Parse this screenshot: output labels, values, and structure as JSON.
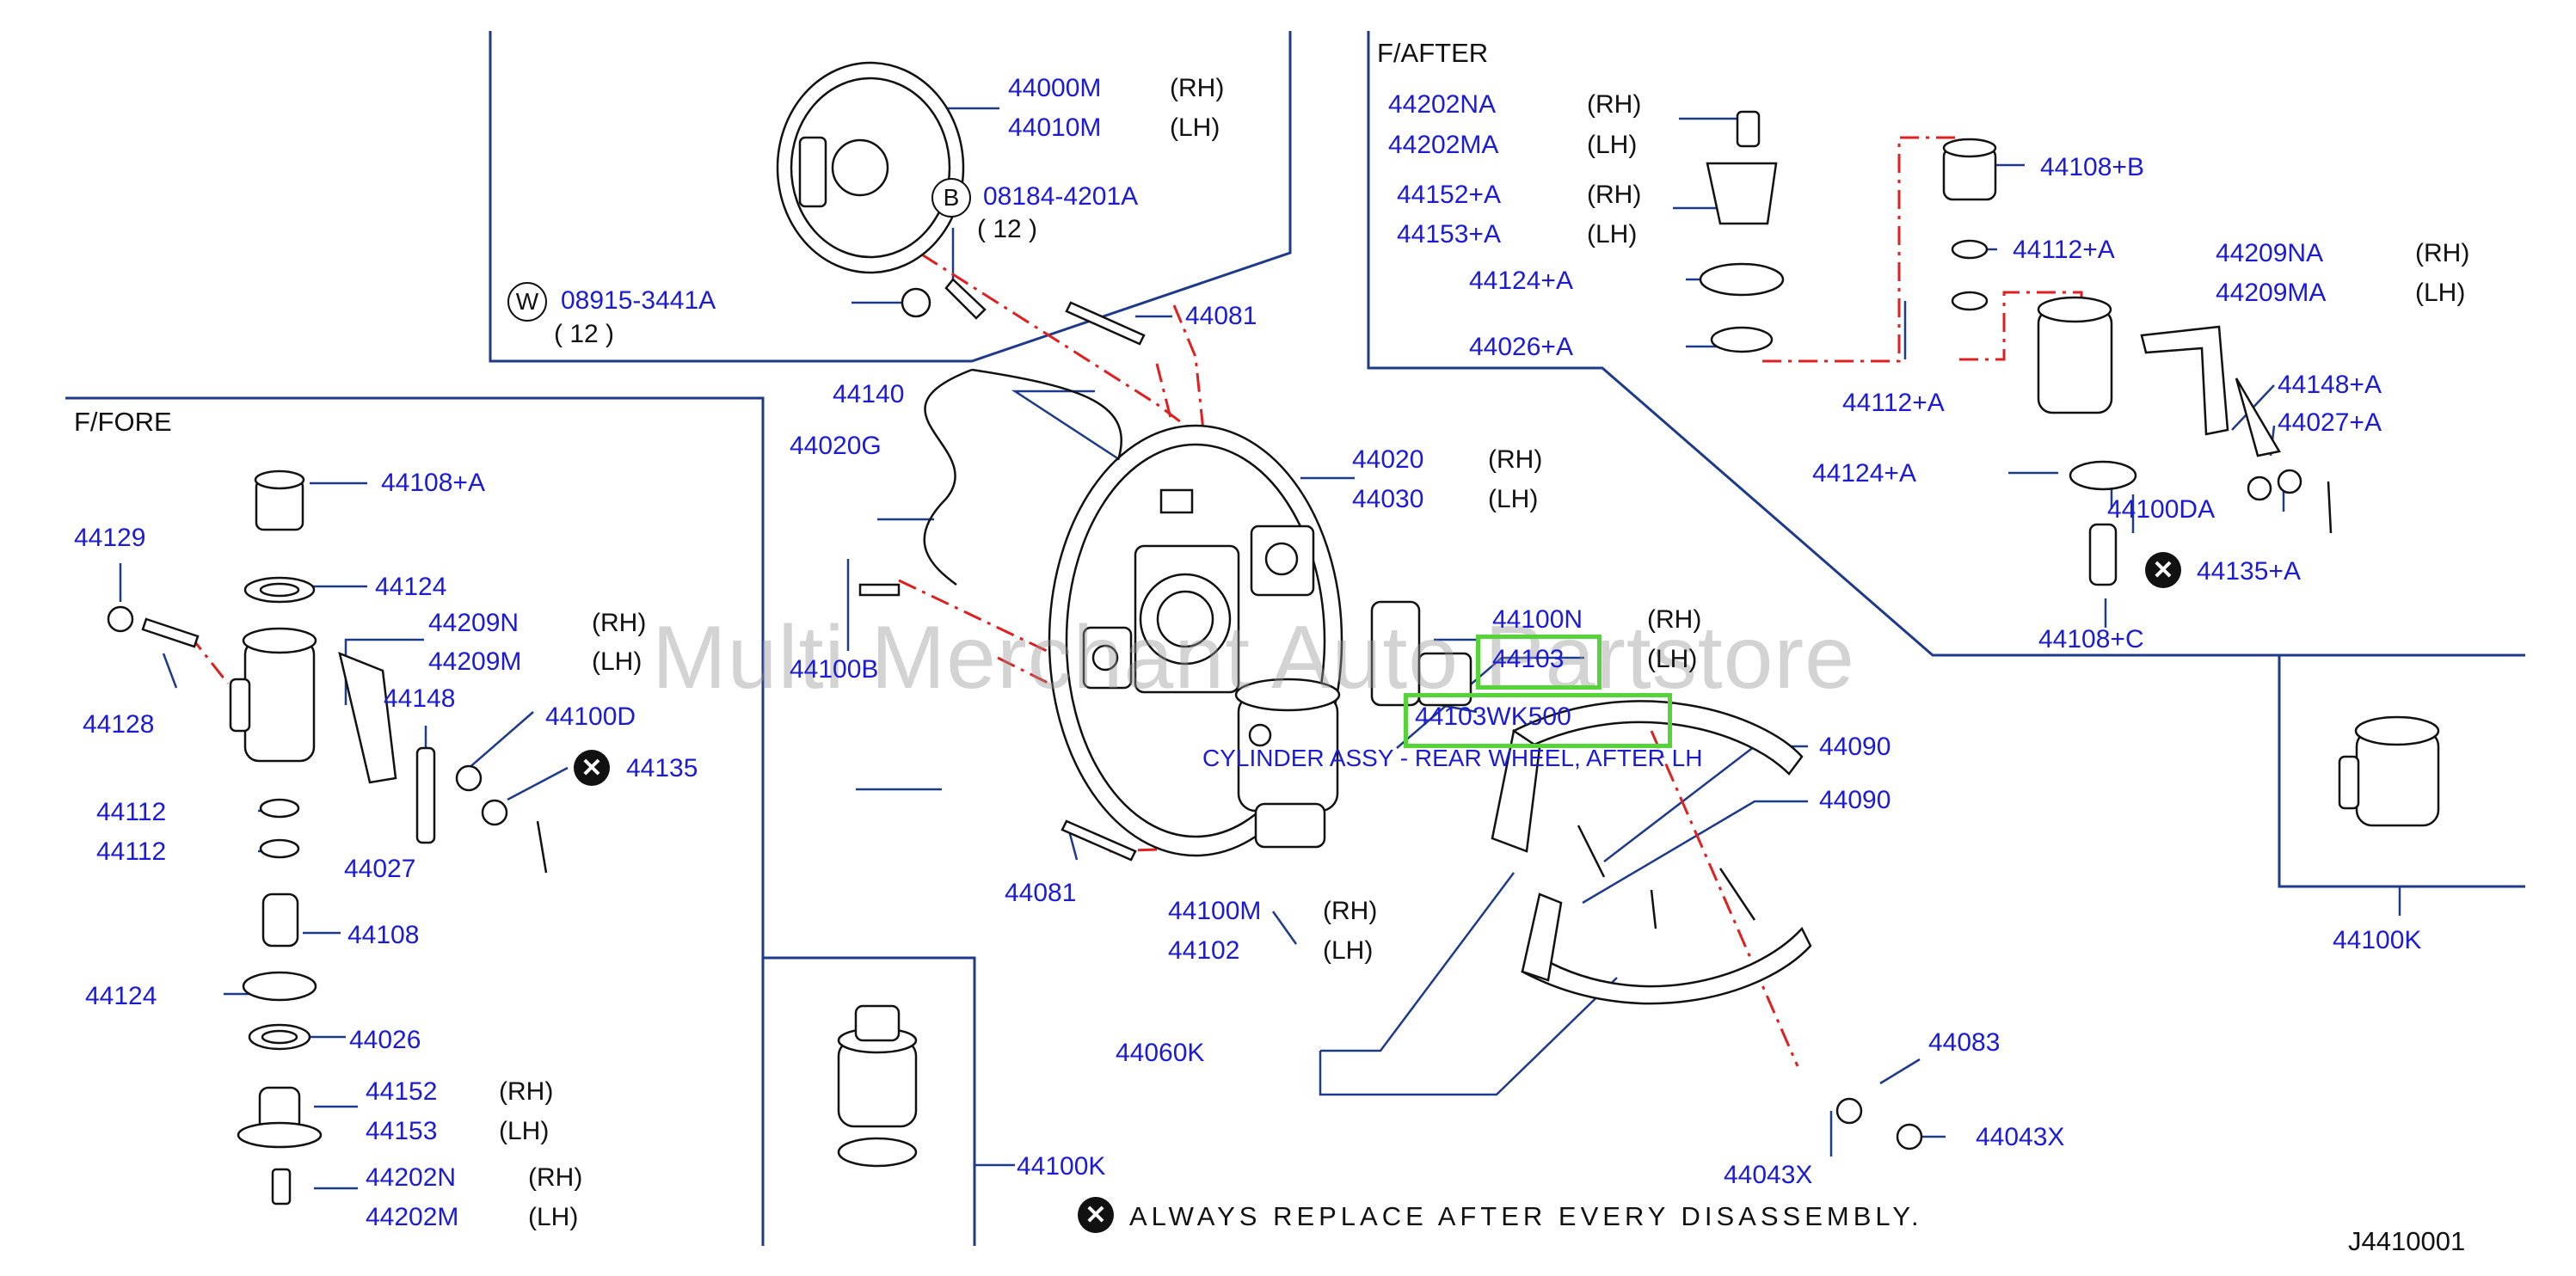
{
  "diagram": {
    "sections": {
      "fore": "F/FORE",
      "after": "F/AFTER"
    },
    "watermark": "Multi Merchant Auto Partstore",
    "footer_note": "ALWAYS  REPLACE  AFTER  EVERY  DISASSEMBLY.",
    "footer_code": "J4410001",
    "highlight_caption": "CYLINDER ASSY - REAR WHEEL, AFTER LH",
    "symbols": {
      "w": "W",
      "b": "B",
      "x": "✕"
    },
    "colors": {
      "part_number": "#1b1bd6",
      "leader": "#1e3a8a",
      "dash": "#e02020",
      "highlight": "#55d43a"
    },
    "labels": {
      "p44000m": "44000M",
      "p44000m_side": "(RH)",
      "p44010m": "44010M",
      "p44010m_side": "(LH)",
      "p08184": "08184-4201A",
      "p08184_qty": "( 12 )",
      "p08915": "08915-3441A",
      "p08915_qty": "( 12 )",
      "p44081a": "44081",
      "p44140": "44140",
      "p44020g": "44020G",
      "p44020": "44020",
      "p44020_side": "(RH)",
      "p44030": "44030",
      "p44030_side": "(LH)",
      "p44100b": "44100B",
      "p44100n": "44100N",
      "p44100n_side": "(RH)",
      "p44103": "44103",
      "p44103_side": "(LH)",
      "p44103wk500": "44103WK500",
      "p44090a": "44090",
      "p44090b": "44090",
      "p44081b": "44081",
      "p44100m": "44100M",
      "p44100m_side": "(RH)",
      "p44102": "44102",
      "p44102_side": "(LH)",
      "p44060k": "44060K",
      "p44083": "44083",
      "p44043x_r": "44043X",
      "p44043x_b": "44043X",
      "p44100k_mid": "44100K",
      "p44100k_right": "44100K",
      "f44108a": "44108+A",
      "f44129": "44129",
      "f44124a": "44124",
      "f44209n": "44209N",
      "f44209n_side": "(RH)",
      "f44209m": "44209M",
      "f44209m_side": "(LH)",
      "f44148": "44148",
      "f44100d": "44100D",
      "f44135": "44135",
      "f44128": "44128",
      "f44112a": "44112",
      "f44112b": "44112",
      "f44027": "44027",
      "f44108": "44108",
      "f44124b": "44124",
      "f44026": "44026",
      "f44152": "44152",
      "f44152_side": "(RH)",
      "f44153": "44153",
      "f44153_side": "(LH)",
      "f44202n": "44202N",
      "f44202n_side": "(RH)",
      "f44202m": "44202M",
      "f44202m_side": "(LH)",
      "a44202na": "44202NA",
      "a44202na_side": "(RH)",
      "a44202ma": "44202MA",
      "a44202ma_side": "(LH)",
      "a44152a": "44152+A",
      "a44152a_side": "(RH)",
      "a44153a": "44153+A",
      "a44153a_side": "(LH)",
      "a44124a": "44124+A",
      "a44026a": "44026+A",
      "a44108b": "44108+B",
      "a44112a_top": "44112+A",
      "a44112a_bot": "44112+A",
      "a44209na": "44209NA",
      "a44209na_side": "(RH)",
      "a44209ma": "44209MA",
      "a44209ma_side": "(LH)",
      "a44124a_b": "44124+A",
      "a44148a": "44148+A",
      "a44027a": "44027+A",
      "a44100da": "44100DA",
      "a44135a": "44135+A",
      "a44108c": "44108+C"
    }
  }
}
